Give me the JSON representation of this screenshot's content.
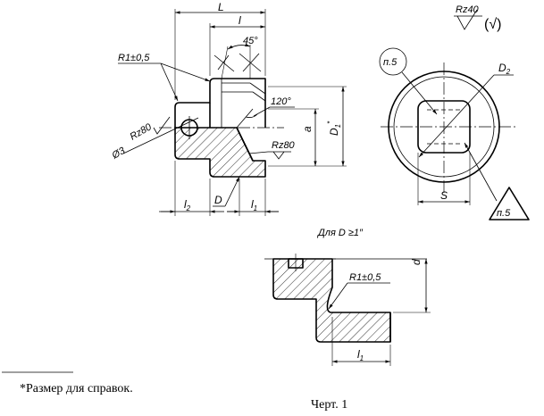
{
  "labels": {
    "L": "L",
    "l": "l",
    "angle45": "45°",
    "angle120": "120°",
    "r1_top": "R1±0,5",
    "rz80_left": "Rz80",
    "dia3": "Ø3",
    "rz80_right": "Rz80",
    "a": "a",
    "D1": "D",
    "D1_sub": "1",
    "D1_star": "*",
    "D": "D",
    "l2": "l",
    "l2_sub": "2",
    "l1": "l",
    "l1_sub": "1",
    "rz40": "Rz40",
    "rz40_paren": "(√)",
    "p5_circle": "п.5",
    "D2": "D",
    "D2_sub": "2",
    "S": "S",
    "p5_triangle": "п.5",
    "caption_large": "Для D ≥1″",
    "d": "d",
    "r1_bottom": "R1±0,5",
    "l1_bottom": "l",
    "l1_bottom_sub": "1"
  },
  "footnote": "*Размер для справок.",
  "figure_caption": "Черт. 1"
}
